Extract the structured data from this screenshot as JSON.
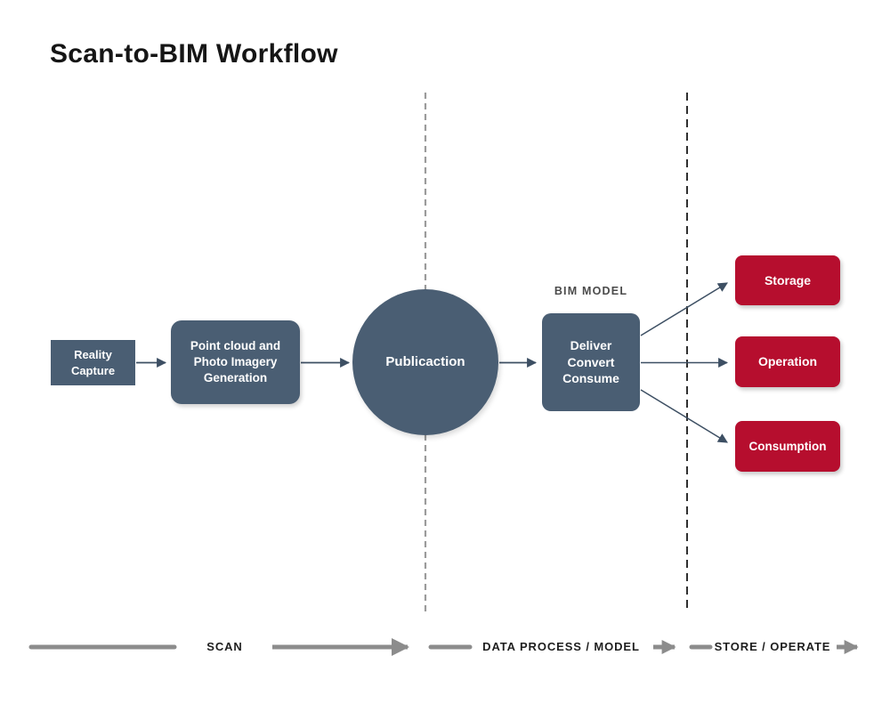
{
  "title": "Scan-to-BIM Workflow",
  "nodes": {
    "reality_capture": {
      "label": "Reality\nCapture"
    },
    "point_cloud": {
      "label": "Point cloud and\nPhoto Imagery\nGeneration"
    },
    "publication": {
      "label": "Publicaction"
    },
    "deliver": {
      "label": "Deliver\nConvert\nConsume",
      "caption": "BIM MODEL"
    },
    "storage": {
      "label": "Storage"
    },
    "operation": {
      "label": "Operation"
    },
    "consumption": {
      "label": "Consumption"
    }
  },
  "phases": {
    "scan": "SCAN",
    "data_process": "DATA PROCESS / MODEL",
    "store_operate": "STORE / OPERATE"
  },
  "colors": {
    "node_slate": "#4a5e73",
    "node_red": "#b60e2e",
    "connector": "#3d4f63",
    "phase_arrow": "#8c8c8c",
    "dashed_separator_left": "#9b9b9b",
    "dashed_separator_right": "#303030",
    "title_text": "#151515",
    "caption_text": "#4b4b4b"
  }
}
